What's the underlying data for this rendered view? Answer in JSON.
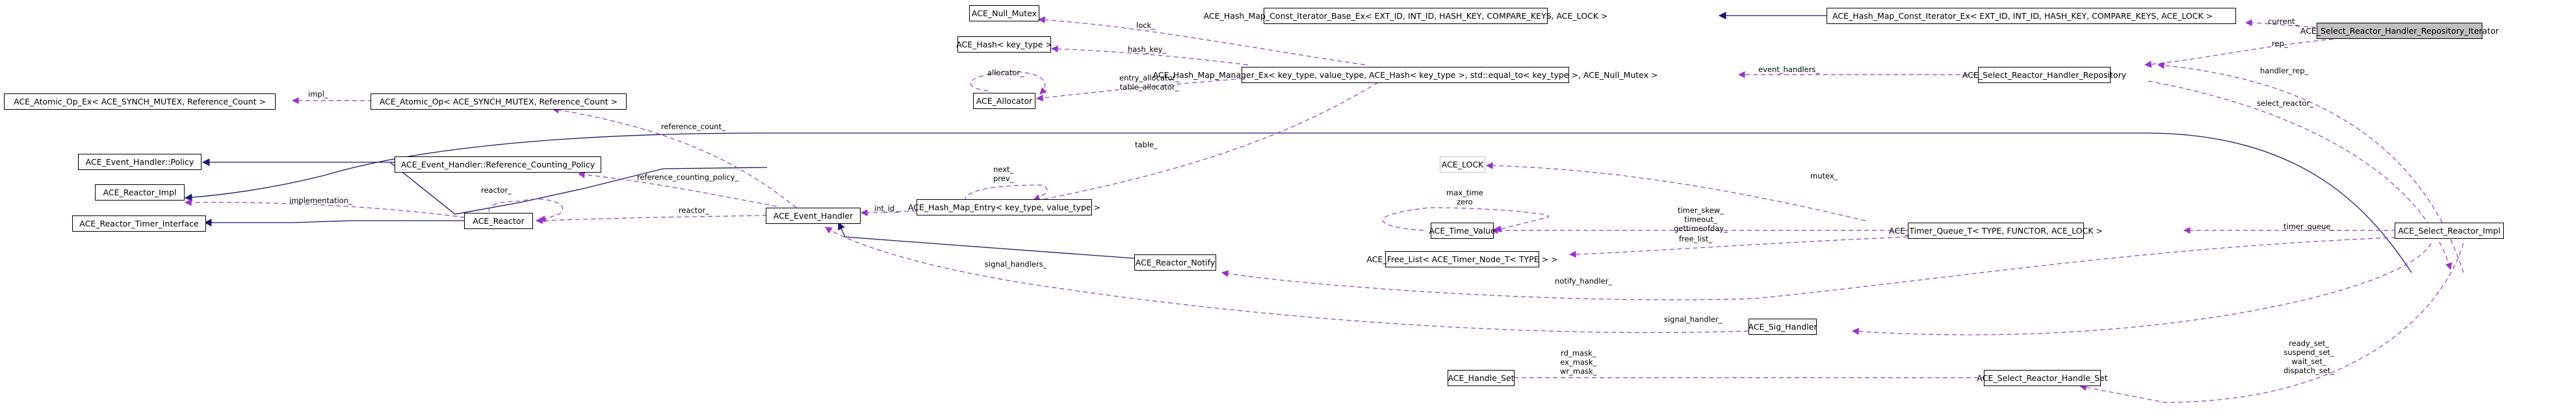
{
  "colors": {
    "inheritance": "#191970",
    "usage": "#9a32cd",
    "focus_fill": "#bfbfbf",
    "box_border": "#000000",
    "external_border": "#bfbfbf"
  },
  "nodes": {
    "atomic_op_ex": "ACE_Atomic_Op_Ex< ACE_SYNCH_MUTEX, Reference_Count >",
    "atomic_op": "ACE_Atomic_Op< ACE_SYNCH_MUTEX, Reference_Count >",
    "eh_policy": "ACE_Event_Handler::Policy",
    "eh_ref_policy": "ACE_Event_Handler::Reference_Counting_Policy",
    "reactor_impl": "ACE_Reactor_Impl",
    "reactor_timer_interface": "ACE_Reactor_Timer_Interface",
    "reactor": "ACE_Reactor",
    "event_handler": "ACE_Event_Handler",
    "null_mutex": "ACE_Null_Mutex",
    "hash": "ACE_Hash< key_type >",
    "allocator": "ACE_Allocator",
    "hash_map_manager": "ACE_Hash_Map_Manager_Ex< key_type, value_type, ACE_Hash< key_type >, std::equal_to< key_type >, ACE_Null_Mutex >",
    "hash_map_entry": "ACE_Hash_Map_Entry< key_type, value_type >",
    "reactor_notify": "ACE_Reactor_Notify",
    "iter_base": "ACE_Hash_Map_Const_Iterator_Base_Ex< EXT_ID, INT_ID, HASH_KEY, COMPARE_KEYS, ACE_LOCK >",
    "iter_ex": "ACE_Hash_Map_Const_Iterator_Ex< EXT_ID, INT_ID, HASH_KEY, COMPARE_KEYS, ACE_LOCK >",
    "handler_repo": "ACE_Select_Reactor_Handler_Repository",
    "handler_repo_iter": "ACE_Select_Reactor_Handler_Repository_Iterator",
    "ace_lock": "ACE_LOCK",
    "time_value": "ACE_Time_Value",
    "free_list": "ACE_Free_List< ACE_Timer_Node_T< TYPE > >",
    "timer_queue": "ACE_Timer_Queue_T< TYPE, FUNCTOR, ACE_LOCK >",
    "select_reactor_impl": "ACE_Select_Reactor_Impl",
    "sig_handler": "ACE_Sig_Handler",
    "handle_set": "ACE_Handle_Set",
    "select_reactor_handle_set": "ACE_Select_Reactor_Handle_Set"
  },
  "edge_labels": {
    "impl": "impl_",
    "reference_count": "reference_count_",
    "reference_counting_policy": "reference_counting_policy_",
    "implementation": "implementation_",
    "reactor_self": "reactor_",
    "reactor": "reactor_",
    "int_id": "int_id_",
    "lock": "lock_",
    "hash_key": "hash_key_",
    "allocator": "allocator_",
    "entry_table_allocator": "entry_allocator_\ntable_allocator_",
    "table": "table_",
    "next_prev": "next_\nprev_",
    "event_handlers": "event_handlers_",
    "current": "current_",
    "rep": "rep_",
    "handler_rep": "handler_rep_",
    "select_reactor": "select_reactor_",
    "mutex": "mutex_",
    "max_time_zero": "max_time\nzero",
    "timer_skew": "timer_skew_\ntimeout_\ngettimeofday_",
    "free_list": "free_list_",
    "timer_queue": "timer_queue_",
    "notify_handler": "notify_handler_",
    "signal_handlers": "signal_handlers_",
    "signal_handler": "signal_handler_",
    "masks": "rd_mask_\nex_mask_\nwr_mask_",
    "sets": "ready_set_\nsuspend_set_\nwait_set_\ndispatch_set_"
  }
}
